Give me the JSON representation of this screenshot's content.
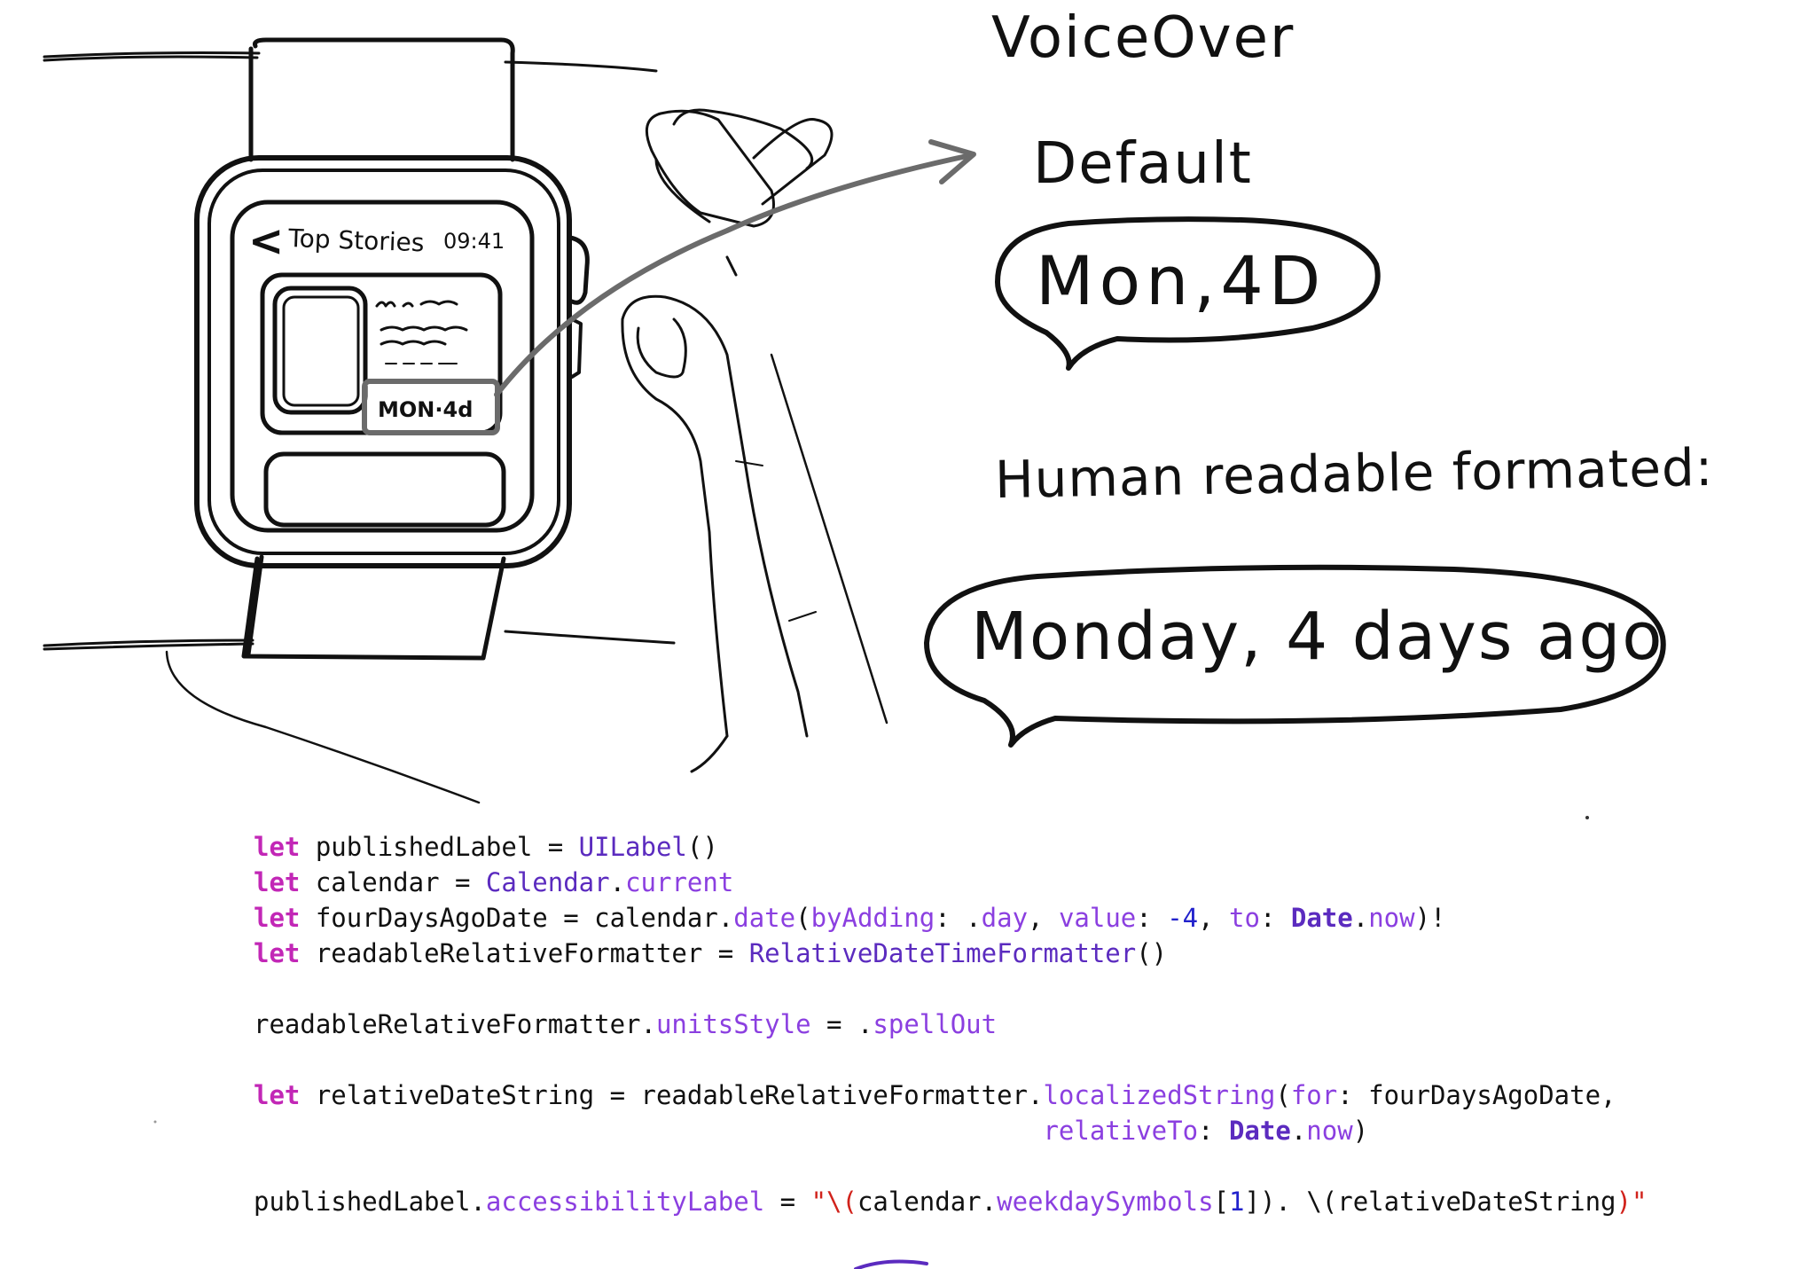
{
  "watch": {
    "nav_back": "<",
    "nav_title": "Top Stories",
    "time": "09:41",
    "date_label": "MON·4d"
  },
  "headings": {
    "voiceover": "VoiceOver",
    "default": "Default",
    "human_readable": "Human readable formated:"
  },
  "bubbles": {
    "default_speech": "Mon,4D",
    "readable_speech": "Monday, 4 days ago"
  },
  "code": {
    "line1": {
      "kw": "let",
      "a": " publishedLabel = ",
      "t": "UILabel",
      "b": "()"
    },
    "line2": {
      "kw": "let",
      "a": " calendar = ",
      "t": "Calendar",
      "dot": ".",
      "p": "current"
    },
    "line3": {
      "kw": "let",
      "a": " fourDaysAgoDate = calendar.",
      "p1": "date",
      "b": "(",
      "p2": "byAdding",
      "c": ": .",
      "p3": "day",
      "d": ", ",
      "p4": "value",
      "e": ": ",
      "n": "-4",
      "f": ", ",
      "p5": "to",
      "g": ": ",
      "t": "Date",
      "h": ".",
      "p6": "now",
      "i": ")!"
    },
    "line4": {
      "kw": "let",
      "a": " readableRelativeFormatter = ",
      "t": "RelativeDateTimeFormatter",
      "b": "()"
    },
    "line5": {
      "a": "readableRelativeFormatter.",
      "p1": "unitsStyle",
      "b": " = .",
      "p2": "spellOut"
    },
    "line6": {
      "kw": "let",
      "a": " relativeDateString = readableRelativeFormatter.",
      "p1": "localizedString",
      "b": "(",
      "p2": "for",
      "c": ": fourDaysAgoDate,"
    },
    "line7": {
      "indent": "                                                   ",
      "p1": "relativeTo",
      "a": ": ",
      "t": "Date",
      "b": ".",
      "p2": "now",
      "c": ")"
    },
    "line8": {
      "a": "publishedLabel.",
      "p1": "accessibilityLabel",
      "b": " = ",
      "s1": "\"\\(",
      "c": "calendar.",
      "p2": "weekdaySymbols",
      "d": "[",
      "n": "1",
      "e": "]). \\(",
      "f": "relativeDateString",
      "s2": ")\""
    }
  },
  "colors": {
    "keyword": "#c227b6",
    "type": "#5b2bbf",
    "property": "#8b3fe0",
    "number": "#2222cc",
    "string": "#d1221b",
    "arrow": "#6b6b6b",
    "ink": "#111111"
  }
}
